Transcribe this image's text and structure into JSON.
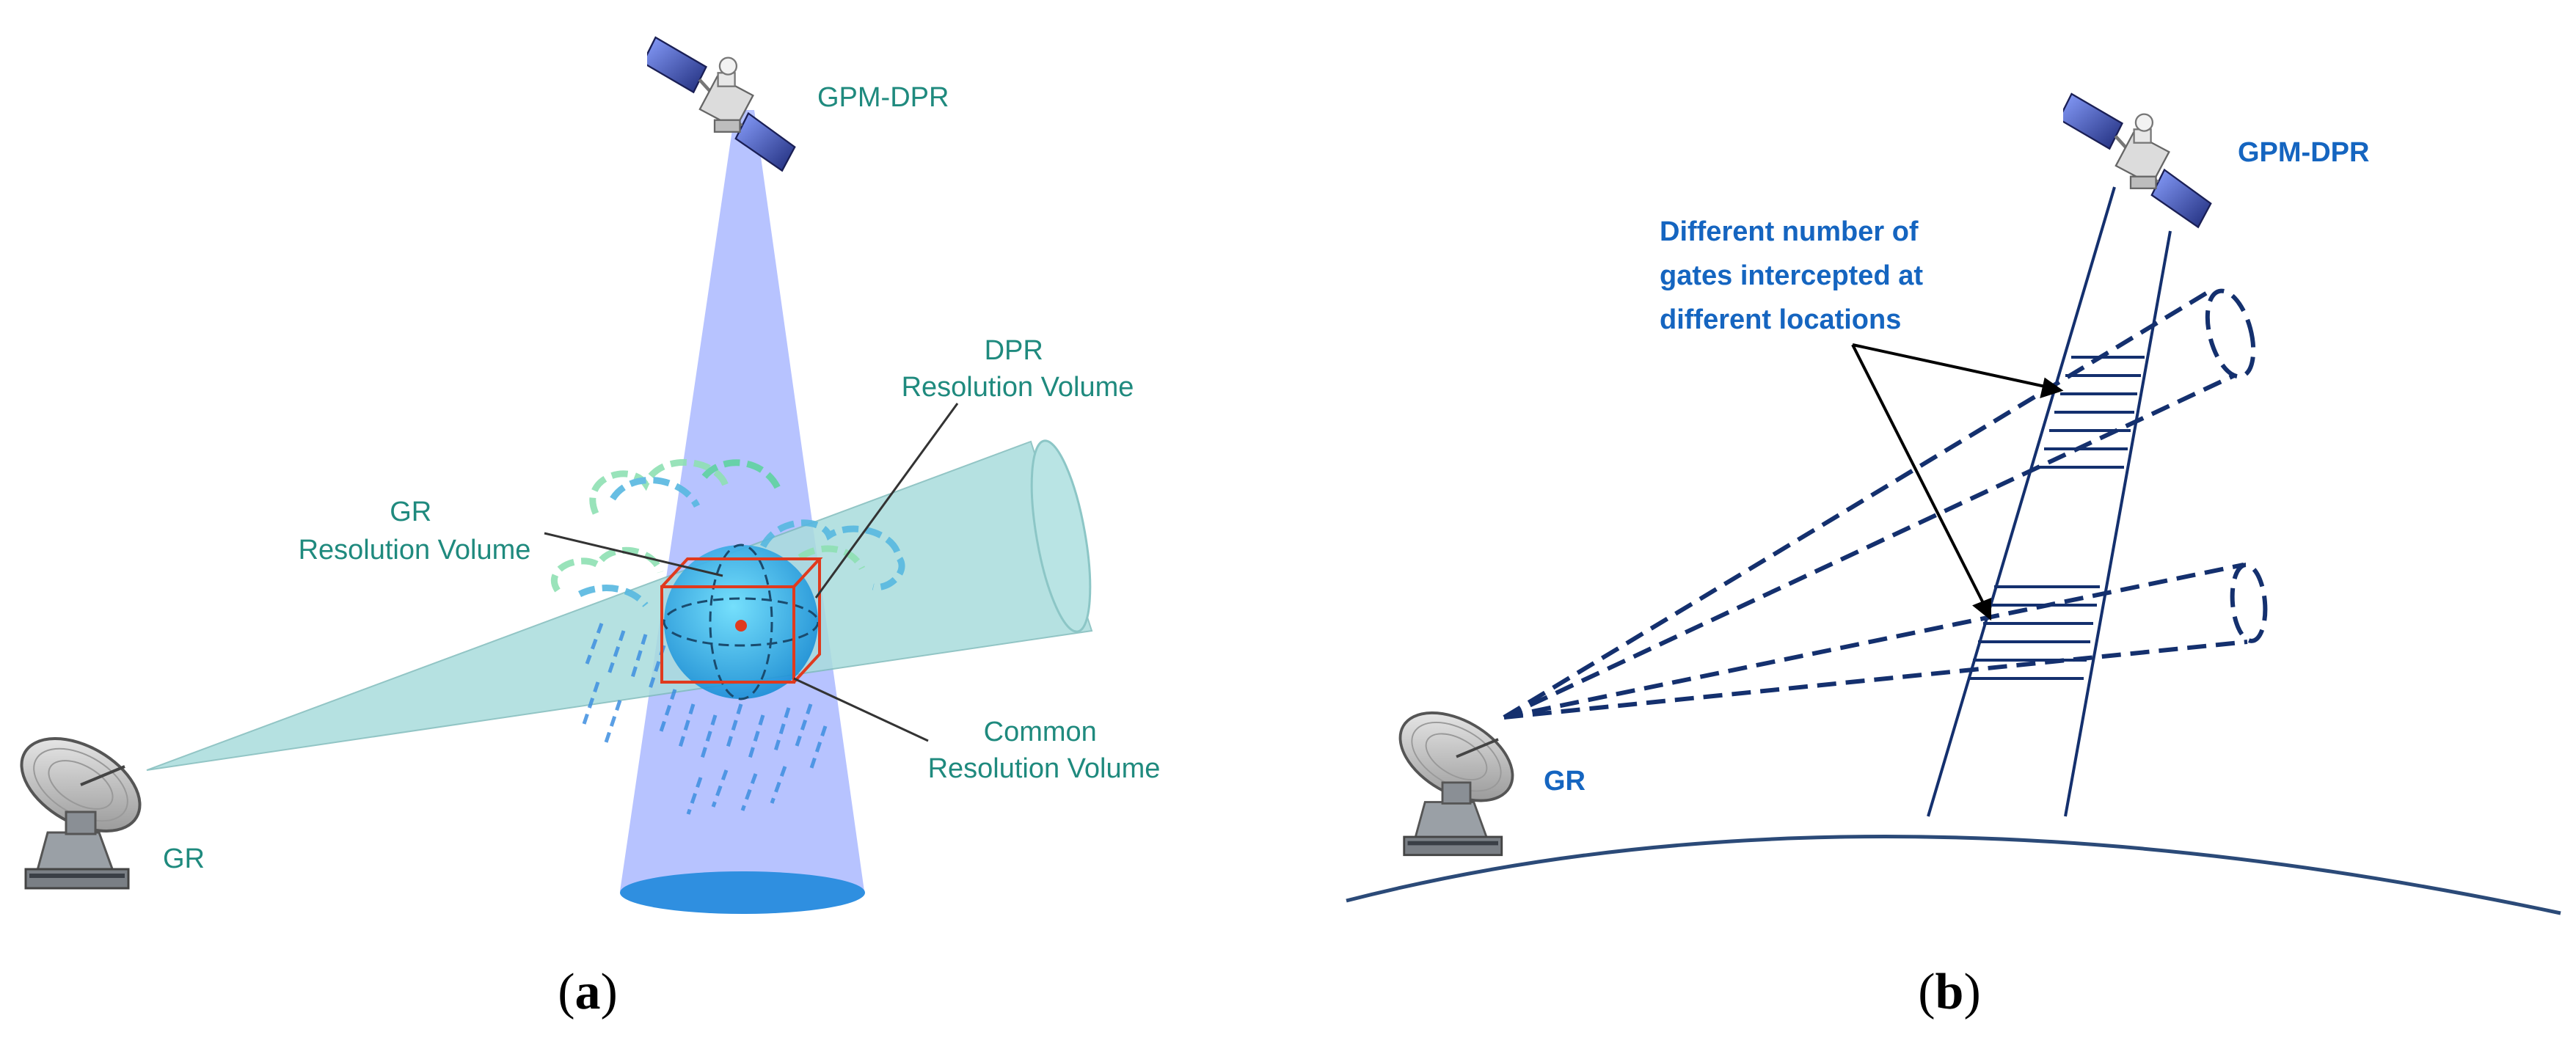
{
  "panel_a": {
    "caption_open": "(",
    "caption_letter": "a",
    "caption_close": ")",
    "satellite_label": "GPM-DPR",
    "ground_radar_label": "GR",
    "dpr_volume_label": [
      "DPR",
      "Resolution Volume"
    ],
    "gr_volume_label": [
      "GR",
      "Resolution Volume"
    ],
    "common_volume_label": [
      "Common",
      "Resolution Volume"
    ]
  },
  "panel_b": {
    "caption_open": "(",
    "caption_letter": "b",
    "caption_close": ")",
    "satellite_label": "GPM-DPR",
    "ground_radar_label": "GR",
    "annotation_lines": [
      "Different number of",
      "gates intercepted at",
      "different locations"
    ]
  },
  "colors": {
    "teal_text": "#1f8a7e",
    "blue_text": "#1565c0",
    "satellite_beam": "#aab9ff",
    "gr_beam": "#a9dcdc",
    "footprint": "#2f8fe0",
    "common_volume_box": "#e03a1e",
    "navy_lines": "#14306e"
  },
  "icons": [
    "satellite-icon",
    "radar-dish-icon",
    "cloud-icon",
    "rain-icon"
  ]
}
